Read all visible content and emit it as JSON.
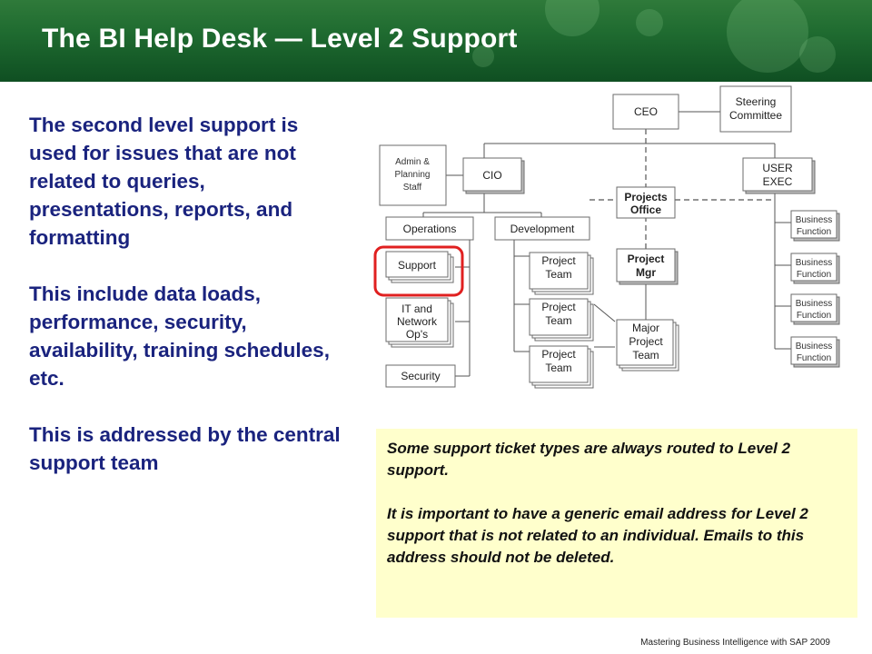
{
  "header": {
    "title": "The BI Help Desk — Level 2 Support"
  },
  "left_text": "The second level support is used for issues that are not related to queries, presentations, reports, and formatting\n\nThis include data loads, performance, security, availability, training schedules, etc.\n\nThis is addressed by the central support team",
  "org_chart": {
    "ceo": "CEO",
    "steering": [
      "Steering",
      "Committee"
    ],
    "admin": [
      "Admin &",
      "Planning",
      "Staff"
    ],
    "cio": "CIO",
    "user_exec": [
      "USER",
      "EXEC"
    ],
    "projects_office": [
      "Projects",
      "Office"
    ],
    "operations": "Operations",
    "development": "Development",
    "support": "Support",
    "it_network": [
      "IT and",
      "Network",
      "Op's"
    ],
    "security": "Security",
    "project_team": [
      "Project",
      "Team"
    ],
    "project_mgr": [
      "Project",
      "Mgr"
    ],
    "major_project_team": [
      "Major",
      "Project",
      "Team"
    ],
    "business_function": [
      "Business",
      "Function"
    ],
    "highlight_color": "#e02020"
  },
  "callout": {
    "text": "Some support ticket types are always routed to Level 2 support.\n\nIt is important to have a generic email address for Level 2 support that is not related to an individual. Emails to this address should not be deleted."
  },
  "footer": {
    "text": "Mastering Business Intelligence with SAP 2009"
  }
}
